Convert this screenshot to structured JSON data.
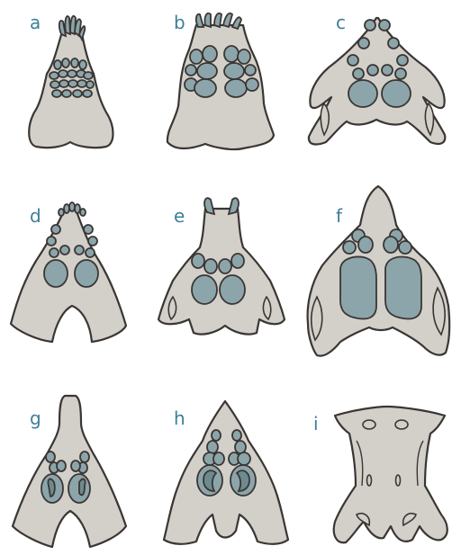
{
  "panels": [
    {
      "label": "a"
    },
    {
      "label": "b"
    },
    {
      "label": "c"
    },
    {
      "label": "d"
    },
    {
      "label": "e"
    },
    {
      "label": "f"
    },
    {
      "label": "g"
    },
    {
      "label": "h"
    },
    {
      "label": "i"
    }
  ],
  "colors": {
    "bone": "#d3cfc9",
    "pad": "#8ca5aa",
    "outline": "#3a3634",
    "label": "#3d7f9b"
  }
}
